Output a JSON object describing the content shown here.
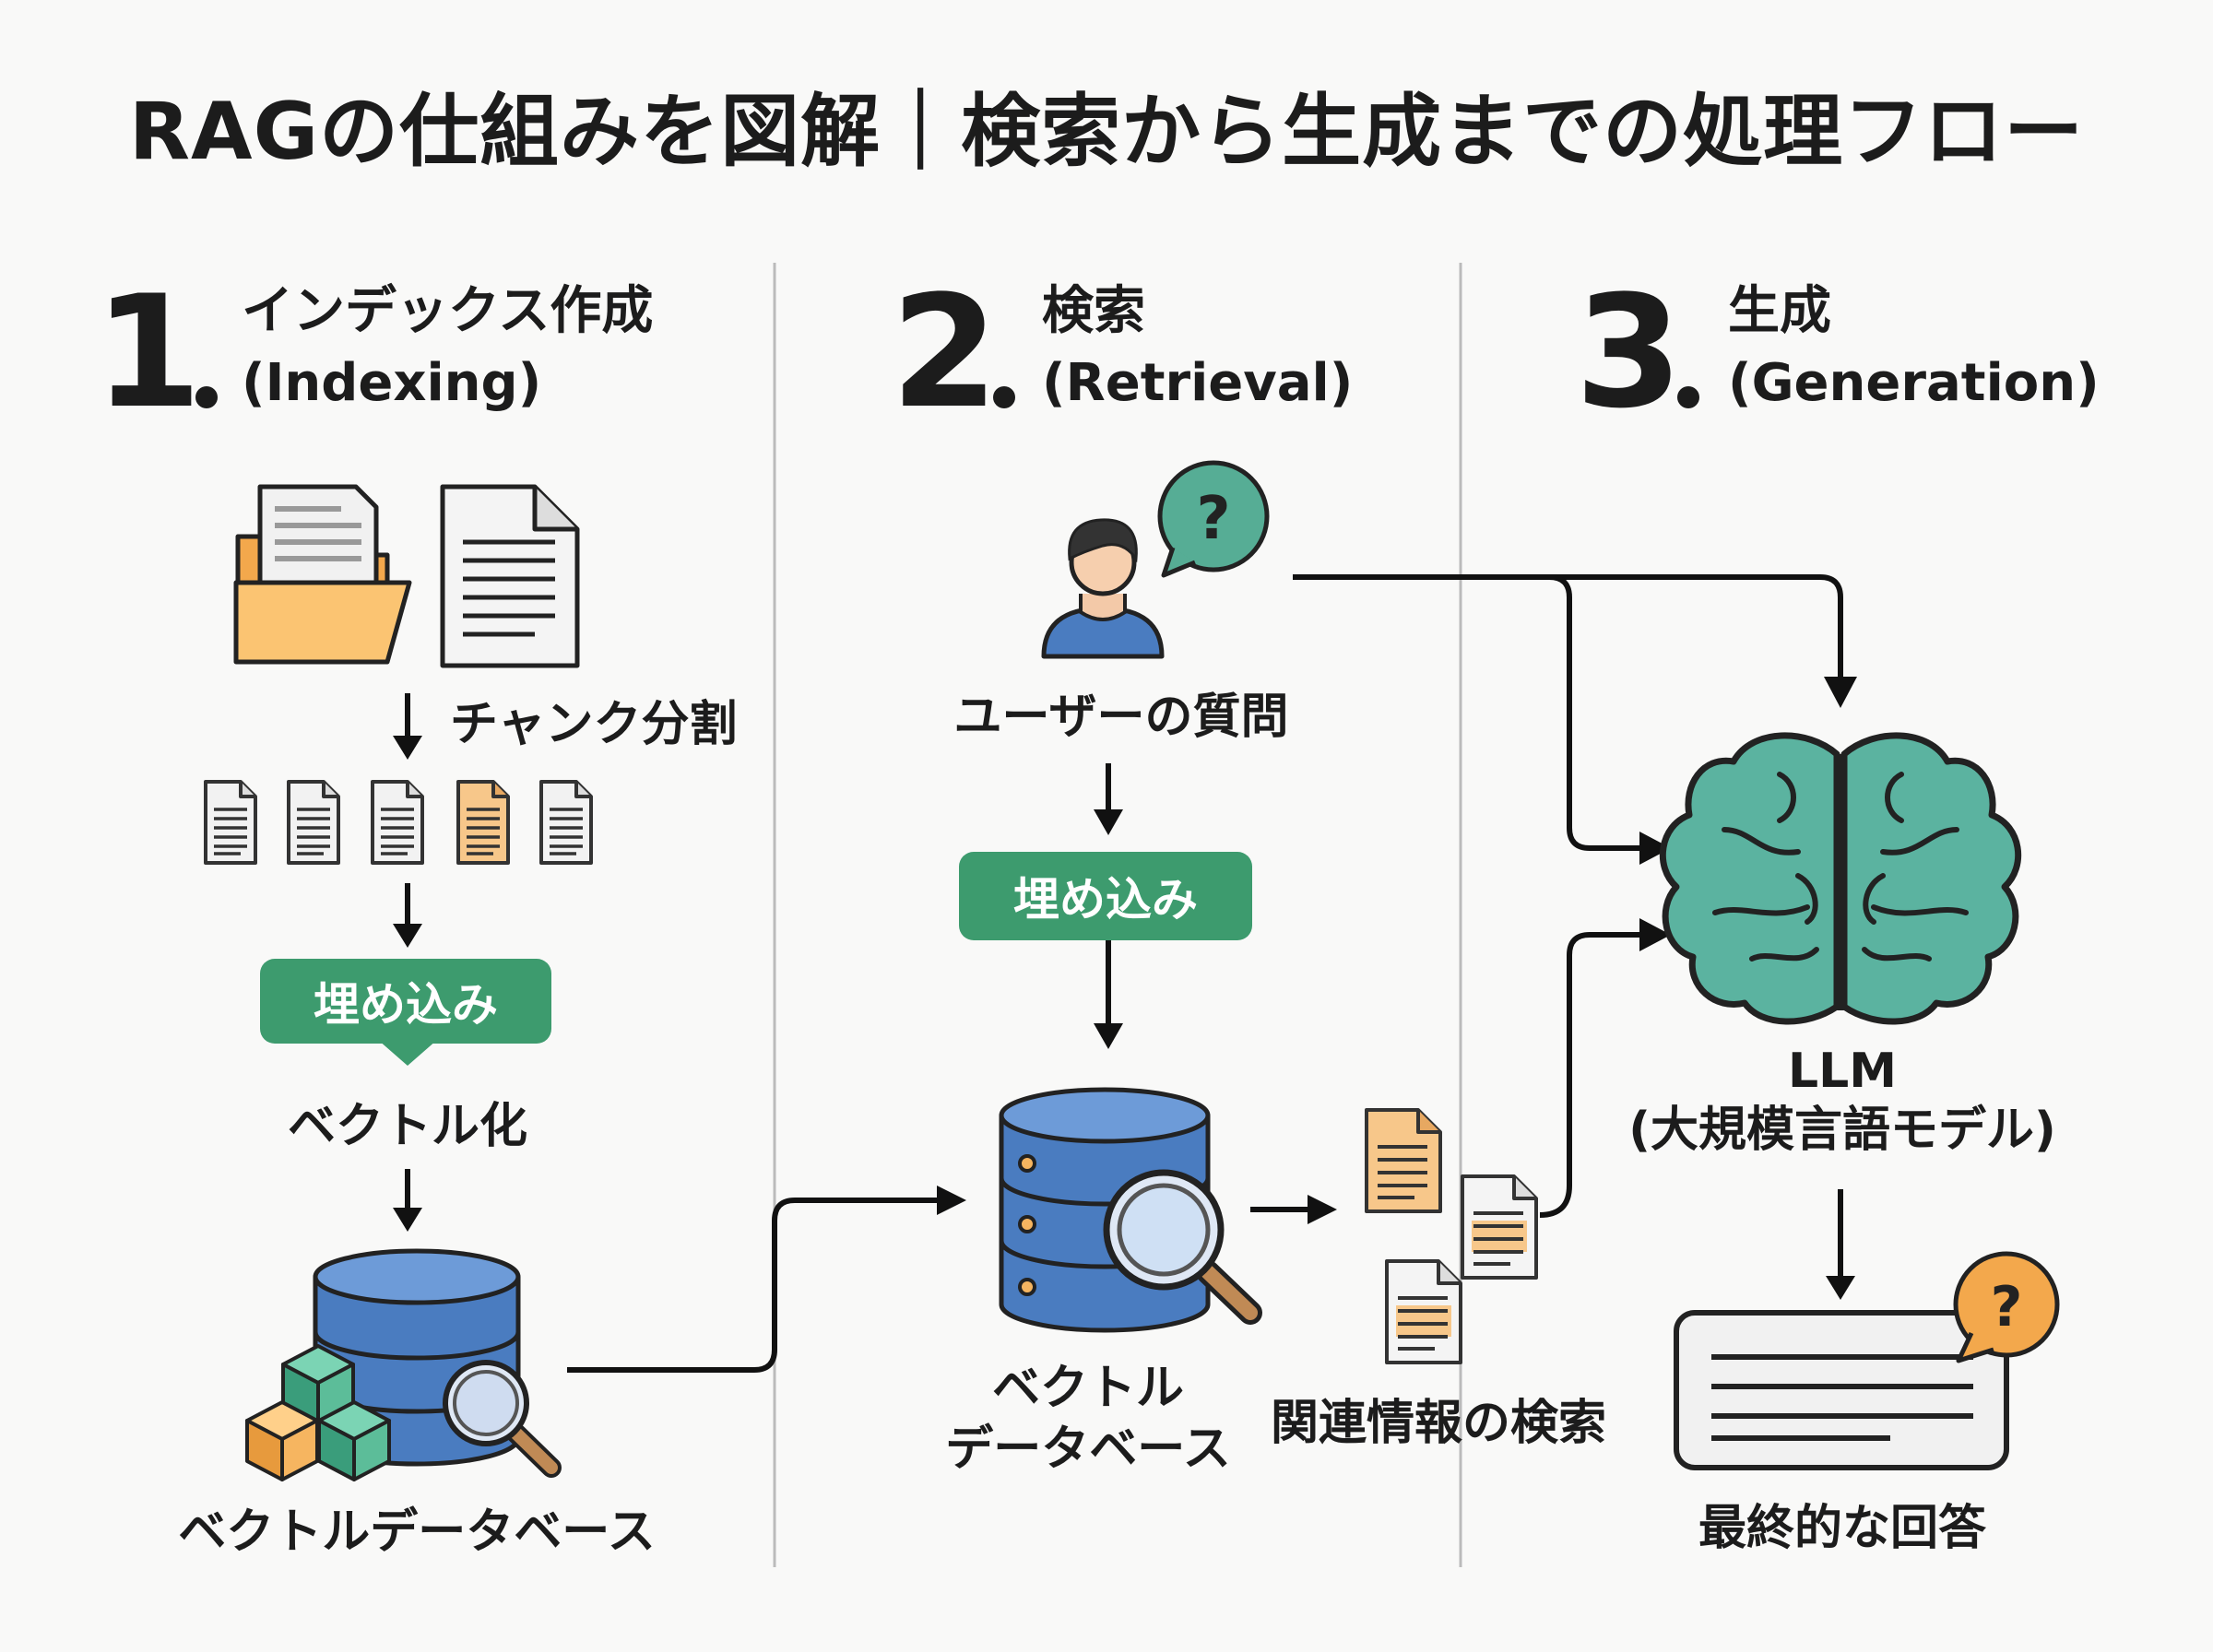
{
  "title": "RAGの仕組みを図解｜検索から生成までの処理フロー",
  "sections": [
    {
      "number": "1.",
      "name_ja": "インデックス作成",
      "name_en": "(Indexing)"
    },
    {
      "number": "2.",
      "name_ja": "検索",
      "name_en": "(Retrieval)"
    },
    {
      "number": "3.",
      "name_ja": "生成",
      "name_en": "(Generation)"
    }
  ],
  "indexing": {
    "chunk_label": "チャンク分割",
    "embed_label": "埋め込み",
    "vectorize_label": "ベクトル化",
    "db_label": "ベクトルデータベース"
  },
  "retrieval": {
    "query_label": "ユーザーの質問",
    "embed_label": "埋め込み",
    "db_label_1": "ベクトル",
    "db_label_2": "データベース",
    "search_label": "関連情報の検索"
  },
  "generation": {
    "llm_label": "LLM",
    "llm_sub": "(大規模言語モデル)",
    "answer_label": "最終的な回答"
  },
  "icons": [
    "folder-icon",
    "document-icon",
    "chunk-icon",
    "database-icon",
    "magnifier-icon",
    "cubes-icon",
    "user-icon",
    "question-bubble-icon",
    "brain-icon",
    "answer-card-icon"
  ],
  "colors": {
    "accent_green": "#3d9b6e",
    "db_blue": "#4a7cc0",
    "folder_orange": "#f6b560",
    "brain_teal": "#5bb3a0",
    "bubble_teal": "#56ad95",
    "highlight_orange": "#f7c78a"
  }
}
